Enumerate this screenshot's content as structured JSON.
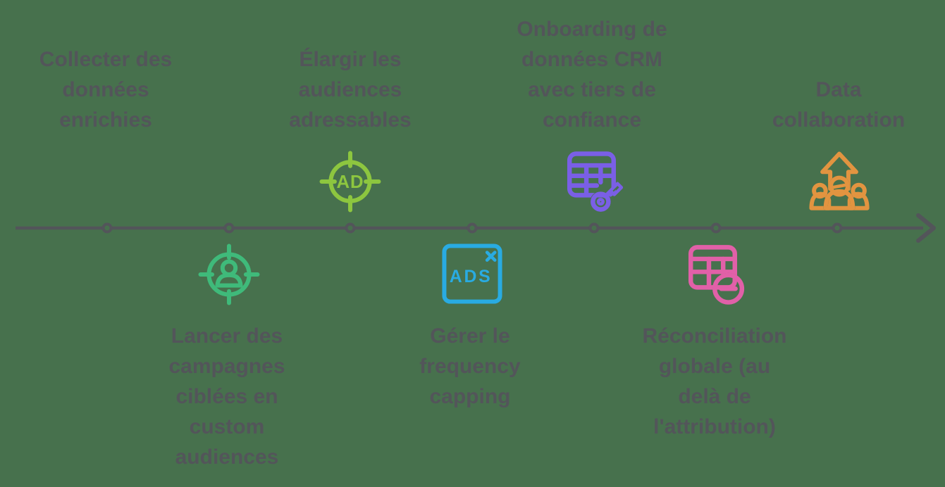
{
  "canvas": {
    "background": "#47714D"
  },
  "timeline": {
    "color": "#53555A",
    "node_count": 7,
    "direction": "left-to-right"
  },
  "text_color": "#53555A",
  "milestones": [
    {
      "id": "collect-enriched-data",
      "position": "top",
      "label": "Collecter des données enrichies",
      "lines": [
        "Collecter des",
        "données",
        "enrichies"
      ],
      "icon": null
    },
    {
      "id": "custom-audience-campaigns",
      "position": "bottom",
      "label": "Lancer des campagnes ciblées en custom audiences",
      "lines": [
        "Lancer des",
        "campagnes",
        "ciblées en",
        "custom",
        "audiences"
      ],
      "icon": "person-target-icon",
      "icon_color": "#3FBA7A"
    },
    {
      "id": "expand-addressable-audiences",
      "position": "top",
      "label": "Élargir les audiences adressables",
      "lines": [
        "Élargir les",
        "audiences",
        "adressables"
      ],
      "icon": "ad-target-icon",
      "icon_color": "#8DC63F",
      "icon_text": "AD"
    },
    {
      "id": "frequency-capping",
      "position": "bottom",
      "label": "Gérer le frequency capping",
      "lines": [
        "Gérer le",
        "frequency",
        "capping"
      ],
      "icon": "ads-box-icon",
      "icon_color": "#29ABE2",
      "icon_text": "ADS"
    },
    {
      "id": "crm-onboarding",
      "position": "top",
      "label": "Onboarding de données CRM avec tiers de confiance",
      "lines": [
        "Onboarding de",
        "données CRM",
        "avec tiers de",
        "confiance"
      ],
      "icon": "table-key-icon",
      "icon_color": "#7A5FE6"
    },
    {
      "id": "global-reconciliation",
      "position": "bottom",
      "label": "Réconciliation globale (au delà de l'attribution)",
      "lines": [
        "Réconciliation",
        "globale (au",
        "delà de",
        "l'attribution)"
      ],
      "icon": "table-minus-icon",
      "icon_color": "#E160A8"
    },
    {
      "id": "data-collaboration",
      "position": "top",
      "label": "Data collaboration",
      "lines": [
        "Data",
        "collaboration"
      ],
      "icon": "people-arrow-icon",
      "icon_color": "#E29440"
    }
  ]
}
